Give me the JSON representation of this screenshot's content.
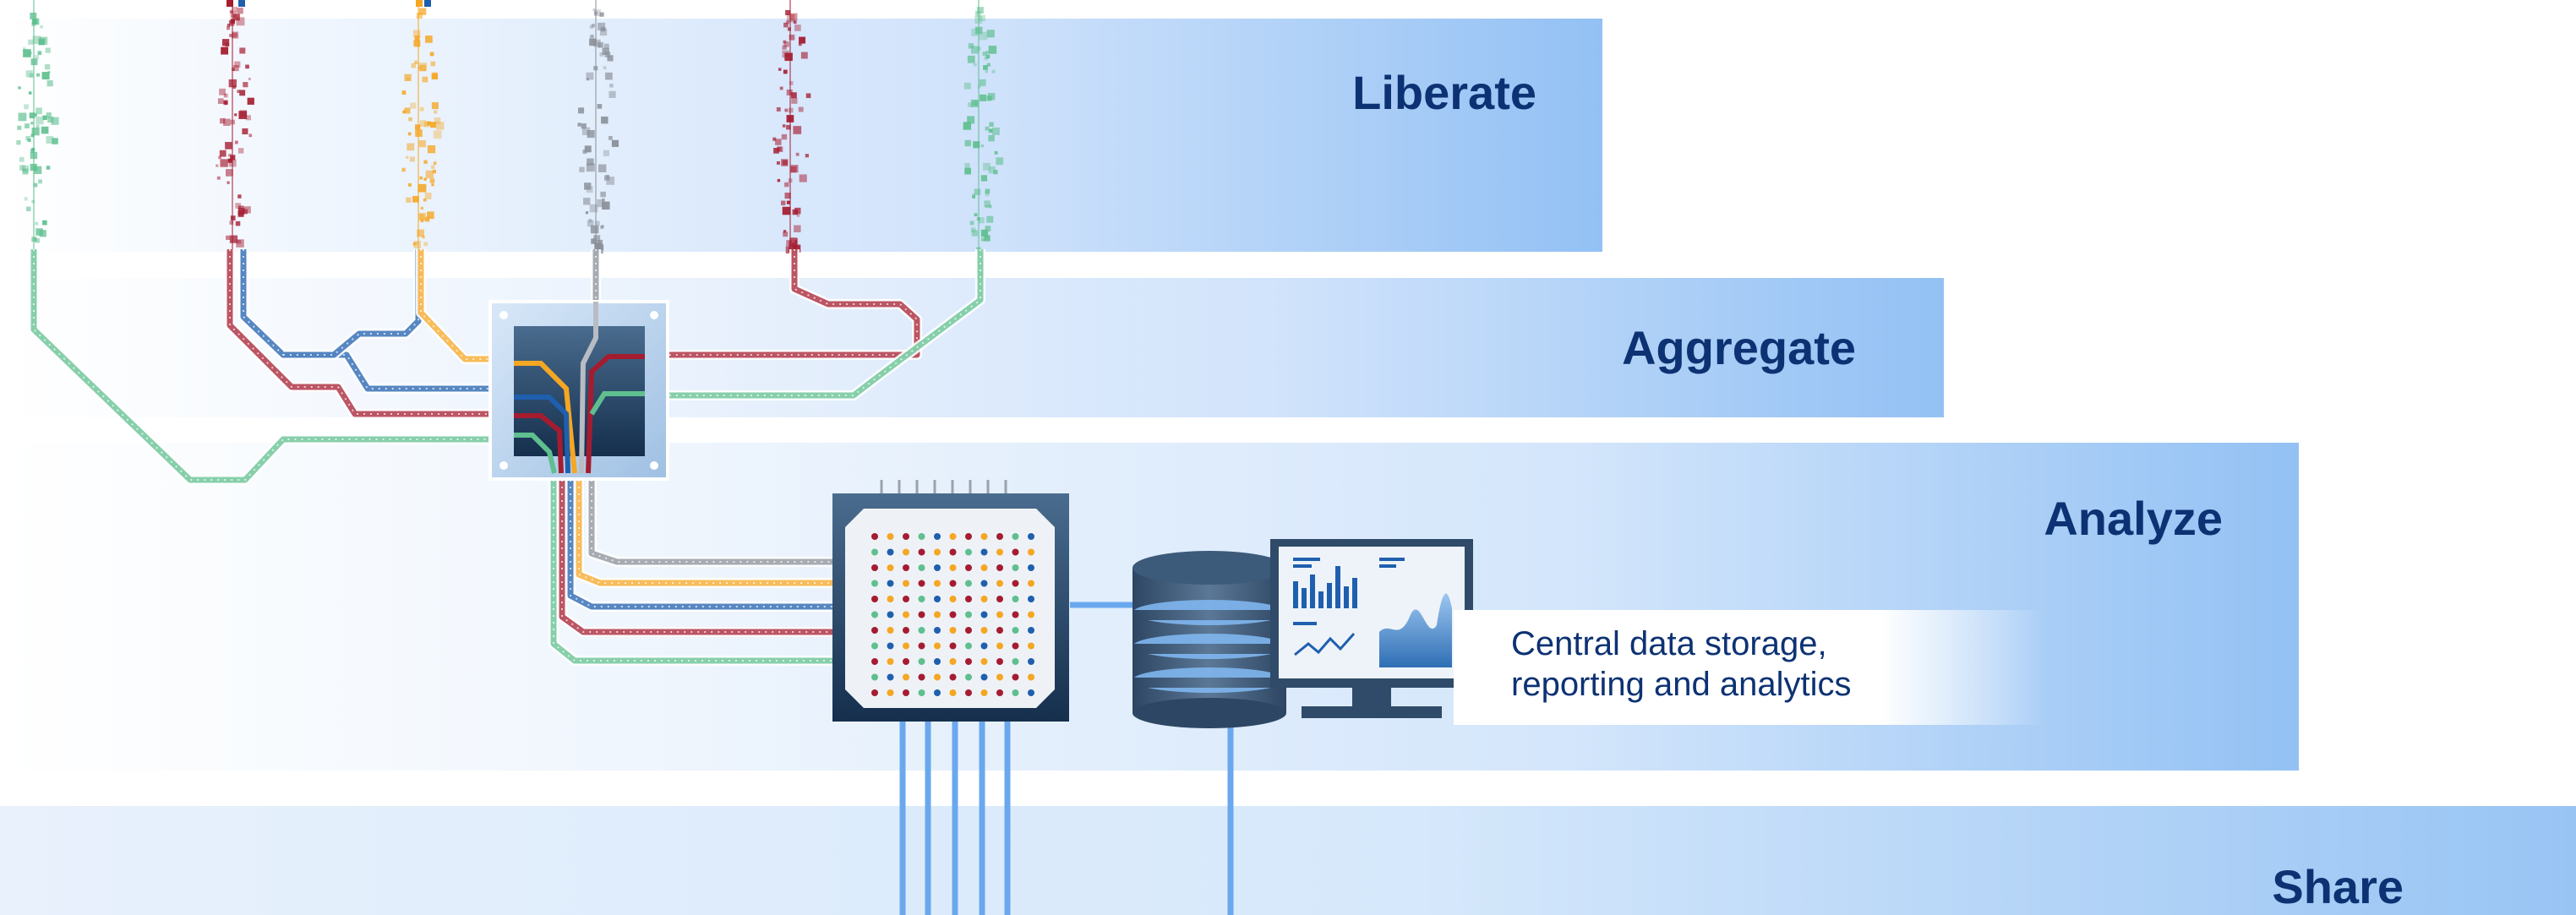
{
  "stages": {
    "liberate": "Liberate",
    "aggregate": "Aggregate",
    "analyze": "Analyze",
    "share": "Share"
  },
  "caption": {
    "line1": "Central data storage,",
    "line2": "reporting and analytics"
  },
  "colors": {
    "label": "#0d3273",
    "band_light": "#e9f2fd",
    "band_dark": "#93c1f4",
    "stream_green": "#5fbf8f",
    "stream_red": "#a51c30",
    "stream_blue": "#1f5fae",
    "stream_yellow": "#f5a623",
    "stream_gray": "#8a8f98",
    "chip_dark": "#1d3d5f",
    "light_line": "#6aa8ee"
  },
  "icons": {
    "hub": "aggregation-hub-icon",
    "processor": "processor-chip-icon",
    "database": "database-icon",
    "monitor": "monitor-dashboard-icon"
  }
}
